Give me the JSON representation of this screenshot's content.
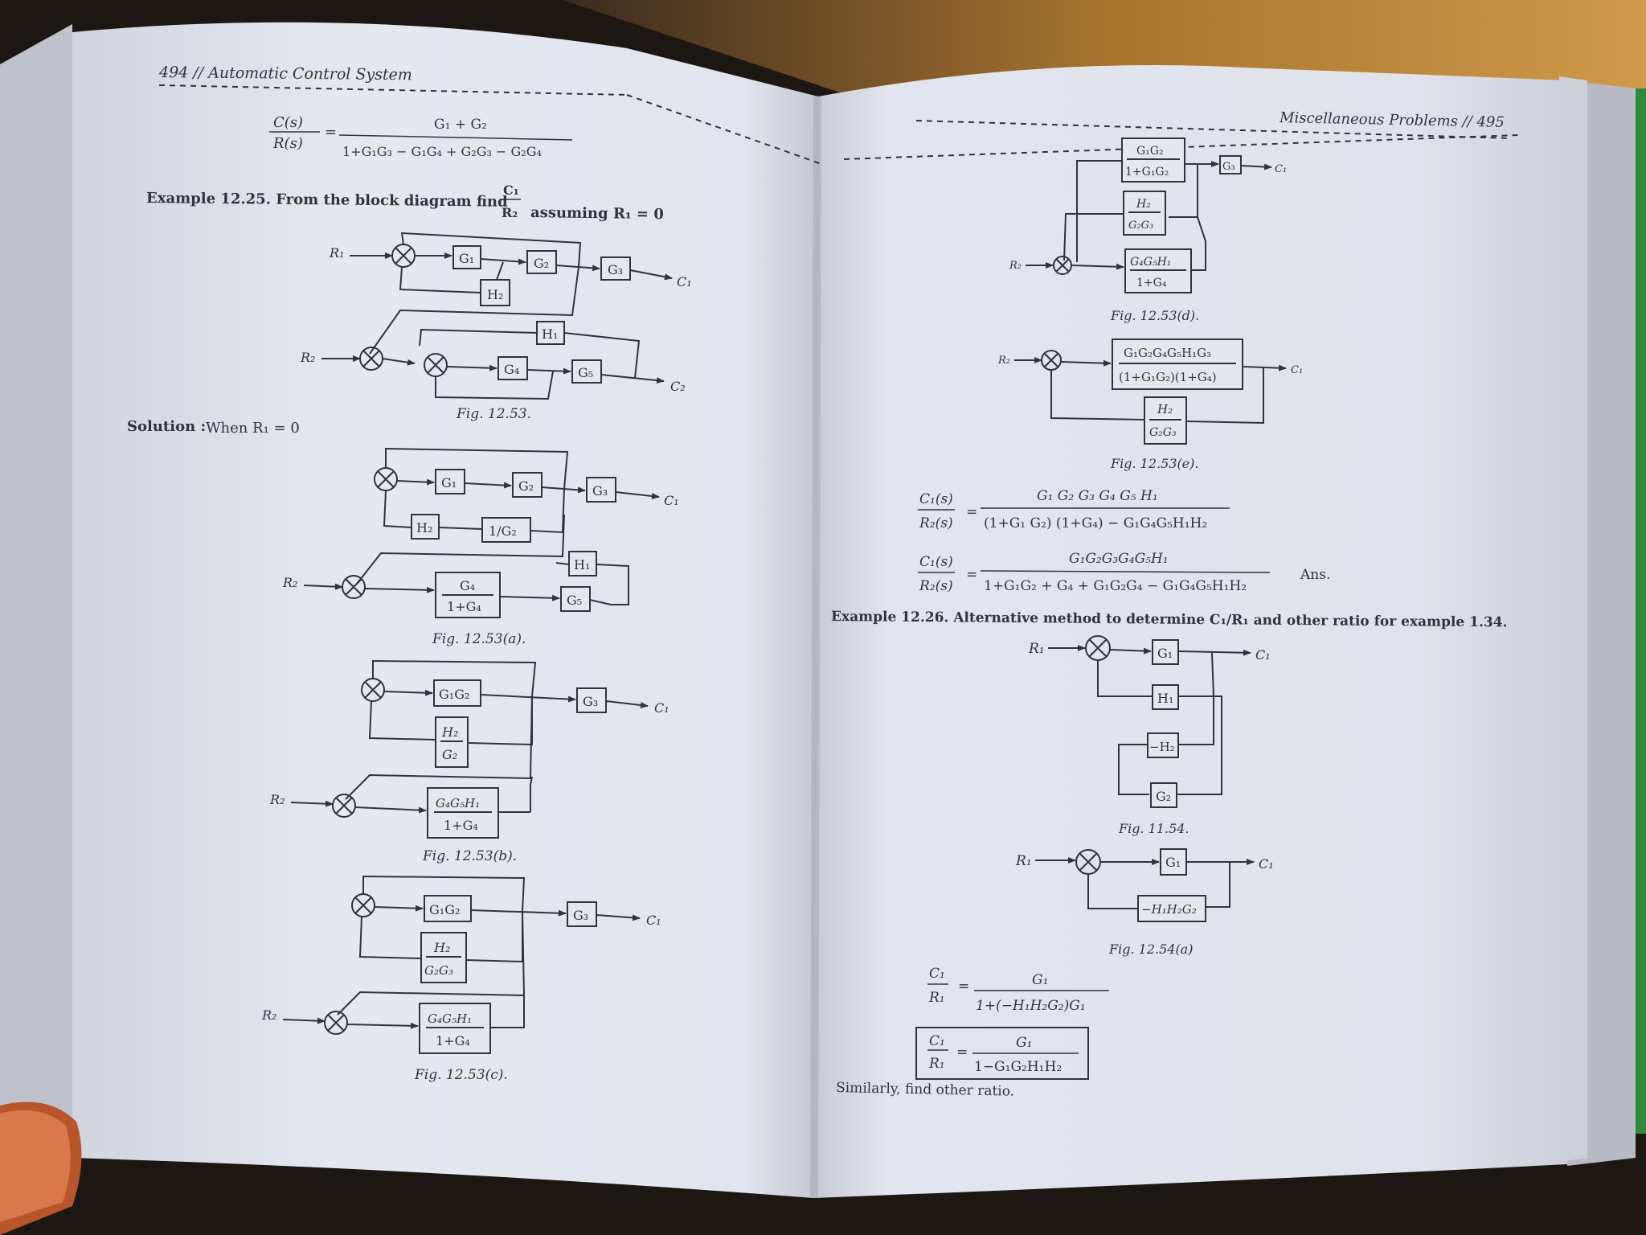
{
  "left_page": {
    "header": "494 // Automatic Control System",
    "eq_top": {
      "lhs_num": "C(s)",
      "lhs_den": "R(s)",
      "num": "G₁ + G₂",
      "den": "1+G₁G₃ − G₁G₄ + G₂G₃ − G₂G₄"
    },
    "example_title": "Example 12.25. From the block diagram find",
    "example_frac_num": "C₁",
    "example_frac_den": "R₂",
    "example_tail": "assuming R₁ = 0",
    "solution_label": "Solution :",
    "solution_text": "When R₁ = 0",
    "captions": [
      "Fig. 12.53.",
      "Fig. 12.53(a).",
      "Fig. 12.53(b).",
      "Fig. 12.53(c)."
    ],
    "fig53_blocks": [
      "G₁",
      "G₂",
      "G₃",
      "H₂",
      "H₁",
      "G₄",
      "G₅"
    ],
    "fig53a_blocks": [
      "G₁",
      "G₂",
      "G₃",
      "H₂",
      "1/G₂",
      "H₁",
      "G₄",
      "1+G₄",
      "G₅"
    ],
    "fig53b_blocks": [
      "G₁G₂",
      "G₃",
      "H₂",
      "G₂",
      "G₄G₅H₁",
      "1+G₄"
    ],
    "fig53c_blocks": [
      "G₁G₂",
      "G₃",
      "H₂",
      "G₂G₃",
      "G₄G₅H₁",
      "1+G₄"
    ],
    "signals": {
      "r1": "R₁",
      "r2": "R₂",
      "c1": "C₁",
      "c2": "C₂"
    }
  },
  "right_page": {
    "header": "Miscellaneous Problems // 495",
    "fig53d_blocks": [
      "G₁G₂",
      "1+G₁G₂",
      "G₃",
      "H₂",
      "G₂G₃",
      "G₄G₅H₁",
      "1+G₄"
    ],
    "fig53e_blocks": [
      "G₁G₂G₄G₅H₁G₃",
      "(1+G₁G₂)(1+G₄)",
      "H₂",
      "G₂G₃"
    ],
    "captions": [
      "Fig. 12.53(d).",
      "Fig. 12.53(e).",
      "Fig. 11.54.",
      "Fig. 12.54(a)"
    ],
    "eq1": {
      "lhs_num": "C₁(s)",
      "lhs_den": "R₂(s)",
      "num": "G₁ G₂ G₃ G₄ G₅ H₁",
      "den": "(1+G₁ G₂) (1+G₄) − G₁G₄G₅H₁H₂"
    },
    "eq2": {
      "lhs_num": "C₁(s)",
      "lhs_den": "R₂(s)",
      "num": "G₁G₂G₃G₄G₅H₁",
      "den": "1+G₁G₂ + G₄ + G₁G₂G₄ − G₁G₄G₅H₁H₂",
      "ans": "Ans."
    },
    "example2_title": "Example 12.26. Alternative method to determine C₁/R₁ and other ratio for example 1.34.",
    "fig54_blocks": [
      "G₁",
      "H₁",
      "−H₂",
      "G₂"
    ],
    "fig54a_blocks": [
      "G₁",
      "−H₁H₂G₂"
    ],
    "eq3": {
      "lhs_num": "C₁",
      "lhs_den": "R₁",
      "num": "G₁",
      "den": "1+(−H₁H₂G₂)G₁"
    },
    "eq4": {
      "lhs_num": "C₁",
      "lhs_den": "R₁",
      "num": "G₁",
      "den": "1−G₁G₂H₁H₂"
    },
    "footer": "Similarly, find other ratio.",
    "signals": {
      "r1": "R₁",
      "r2": "R₂",
      "c1": "C₁"
    }
  },
  "colors": {
    "page": "#e4e6ef",
    "ink": "#30323e",
    "background": "#1c1713"
  }
}
